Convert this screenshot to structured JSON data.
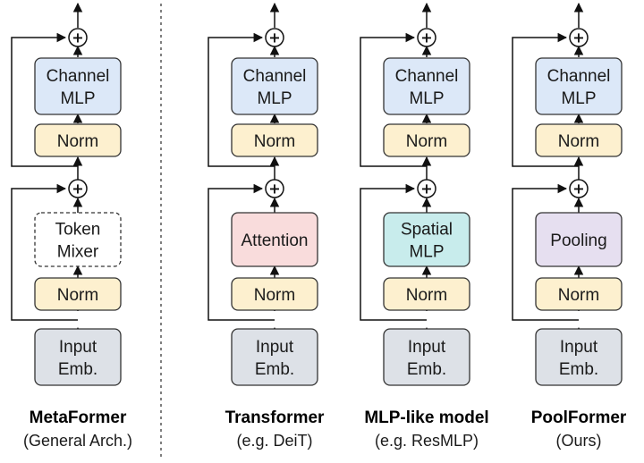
{
  "columns": [
    {
      "key": "metaformer",
      "title": "MetaFormer",
      "subtitle": "(General Arch.)",
      "blocks": {
        "channel_mlp": [
          "Channel",
          "MLP"
        ],
        "norm_top": [
          "Norm"
        ],
        "mixer": [
          "Token",
          "Mixer"
        ],
        "norm_bottom": [
          "Norm"
        ],
        "input": [
          "Input",
          "Emb."
        ]
      },
      "mixer_style": "dashed"
    },
    {
      "key": "transformer",
      "title": "Transformer",
      "subtitle": "(e.g. DeiT)",
      "blocks": {
        "channel_mlp": [
          "Channel",
          "MLP"
        ],
        "norm_top": [
          "Norm"
        ],
        "mixer": [
          "Attention"
        ],
        "norm_bottom": [
          "Norm"
        ],
        "input": [
          "Input",
          "Emb."
        ]
      },
      "mixer_style": "attention"
    },
    {
      "key": "mlp-like",
      "title": "MLP-like model",
      "subtitle": "(e.g. ResMLP)",
      "blocks": {
        "channel_mlp": [
          "Channel",
          "MLP"
        ],
        "norm_top": [
          "Norm"
        ],
        "mixer": [
          "Spatial",
          "MLP"
        ],
        "norm_bottom": [
          "Norm"
        ],
        "input": [
          "Input",
          "Emb."
        ]
      },
      "mixer_style": "spatial"
    },
    {
      "key": "poolformer",
      "title": "PoolFormer",
      "subtitle": "(Ours)",
      "blocks": {
        "channel_mlp": [
          "Channel",
          "MLP"
        ],
        "norm_top": [
          "Norm"
        ],
        "mixer": [
          "Pooling"
        ],
        "norm_bottom": [
          "Norm"
        ],
        "input": [
          "Input",
          "Emb."
        ]
      },
      "mixer_style": "pooling"
    }
  ],
  "plus_symbol": "+",
  "colors": {
    "channel_mlp": "#dce8f8",
    "norm": "#fdf0cf",
    "input": "#dde1e7",
    "attention": "#f9dcdc",
    "spatial": "#c8ecec",
    "pooling": "#e6dff0",
    "dashed_mixer": "#ffffff",
    "stroke": "#333333",
    "separator": "#555555"
  }
}
